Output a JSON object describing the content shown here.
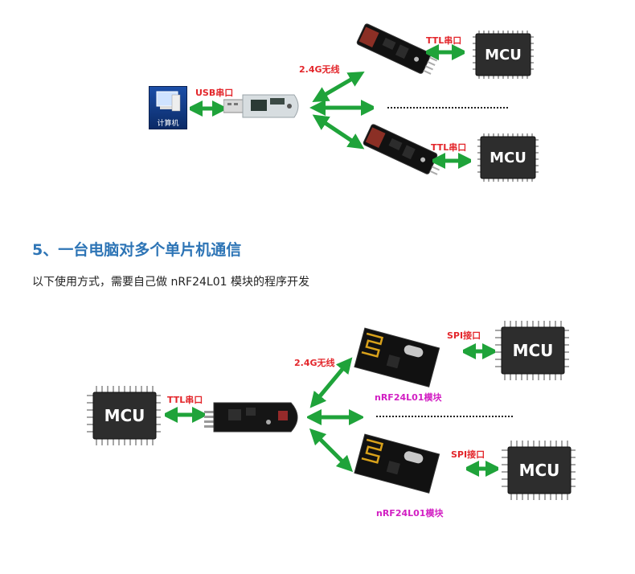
{
  "top_diagram": {
    "computer_label": "计算机",
    "usb_label": "USB串口",
    "wireless_label": "2.4G无线",
    "ttl_label_top": "TTL串口",
    "ttl_label_bottom": "TTL串口",
    "mcu_top": "MCU",
    "mcu_bottom": "MCU"
  },
  "section": {
    "heading": "5、一台电脑对多个单片机通信",
    "description": "以下使用方式，需要自己做 nRF24L01 模块的程序开发"
  },
  "bottom_diagram": {
    "mcu_left": "MCU",
    "ttl_label": "TTL串口",
    "wireless_label": "2.4G无线",
    "spi_label_top": "SPI接口",
    "spi_label_bottom": "SPI接口",
    "module_label_top": "nRF24L01模块",
    "module_label_bottom": "nRF24L01模块",
    "mcu_right_top": "MCU",
    "mcu_right_bottom": "MCU"
  },
  "colors": {
    "arrow_green": "#1fa33a",
    "label_red": "#e3262b",
    "label_magenta": "#d21fc3",
    "heading_blue": "#2e75b6"
  }
}
